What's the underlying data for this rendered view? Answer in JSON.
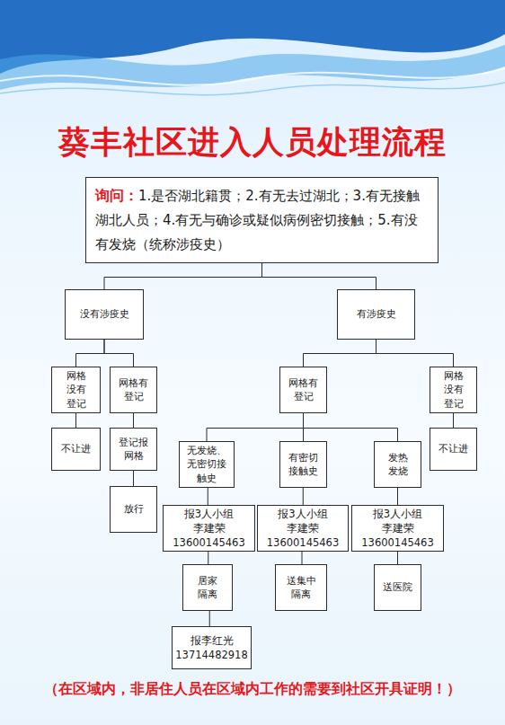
{
  "diagram": {
    "title": "葵丰社区进入人员处理流程",
    "nodes": [
      {
        "text": [
          "询问：",
          "1.是否湖北籍贯；2.有无去过湖北；3.有无接触湖北人员；4.有无与确诊或疑似病例密切接触；5.有没有发烧（统称涉疫史）"
        ]
      },
      {
        "text": [
          "没有涉疫史"
        ]
      },
      {
        "text": [
          "有涉疫史"
        ]
      },
      {
        "text": [
          "网格没有登记"
        ]
      },
      {
        "text": [
          "网格有登记"
        ]
      },
      {
        "text": [
          "不让进"
        ]
      },
      {
        "text": [
          "登记报网格"
        ]
      },
      {
        "text": [
          "放行"
        ]
      },
      {
        "text": [
          "网格有登记"
        ]
      },
      {
        "text": [
          "网格没有登记"
        ]
      },
      {
        "text": [
          "无发烧、无密切接触史"
        ]
      },
      {
        "text": [
          "有密切接触史"
        ]
      },
      {
        "text": [
          "发热发烧"
        ]
      },
      {
        "text": [
          "不让进"
        ]
      },
      {
        "text": [
          "报3人小组 李建荣 13600145463"
        ]
      },
      {
        "text": [
          "报3人小组 李建荣 13600145463"
        ]
      },
      {
        "text": [
          "报3人小组 李建荣 13600145463"
        ]
      },
      {
        "text": [
          "居家隔离"
        ]
      },
      {
        "text": [
          "送集中隔离"
        ]
      },
      {
        "text": [
          "送医院"
        ]
      },
      {
        "text": [
          "报李红光 13714482918"
        ]
      }
    ],
    "edges": [
      {
        "from": 0,
        "to": 1,
        "arrow": "none"
      },
      {
        "from": 0,
        "to": 2,
        "arrow": "none"
      },
      {
        "from": 1,
        "to": 3,
        "arrow": "none"
      },
      {
        "from": 1,
        "to": 4,
        "arrow": "none"
      },
      {
        "from": 2,
        "to": 8,
        "arrow": "none"
      },
      {
        "from": 2,
        "to": 9,
        "arrow": "none"
      },
      {
        "from": 3,
        "to": 5,
        "arrow": "none"
      },
      {
        "from": 4,
        "to": 6,
        "arrow": "none"
      },
      {
        "from": 6,
        "to": 7,
        "arrow": "none"
      },
      {
        "from": 8,
        "to": 10,
        "arrow": "none"
      },
      {
        "from": 8,
        "to": 11,
        "arrow": "none"
      },
      {
        "from": 8,
        "to": 12,
        "arrow": "none"
      },
      {
        "from": 9,
        "to": 13,
        "arrow": "none"
      },
      {
        "from": 10,
        "to": 14,
        "arrow": "none"
      },
      {
        "from": 11,
        "to": 15,
        "arrow": "none"
      },
      {
        "from": 12,
        "to": 16,
        "arrow": "none"
      },
      {
        "from": 14,
        "to": 17,
        "arrow": "none"
      },
      {
        "from": 15,
        "to": 18,
        "arrow": "none"
      },
      {
        "from": 16,
        "to": 19,
        "arrow": "none"
      },
      {
        "from": 17,
        "to": 20,
        "arrow": "none"
      }
    ],
    "labels": [
      "（在区域内，非居住人员在区域内工作的需要到社区开具证明！）"
    ]
  }
}
